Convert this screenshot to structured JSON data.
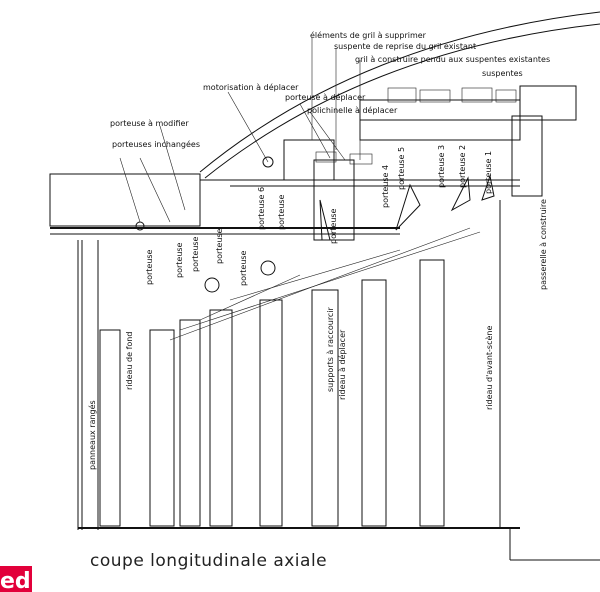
{
  "title": "coupe longitudinale axiale",
  "brand": {
    "text": "ed",
    "color": "#e2003a"
  },
  "labels": {
    "elements_gril": "éléments de gril à supprimer",
    "suspente_reprise": "suspente de reprise du gril existant",
    "gril_construire": "gril à construire pendu aux suspentes existantes",
    "suspentes": "suspentes",
    "motorisation": "motorisation à déplacer",
    "porteuse_deplacer": "porteuse à déplacer",
    "polichinelle": "polichinelle à déplacer",
    "porteuse_modifier": "porteuse à modifier",
    "porteuses_inchangees": "porteuses inchangées",
    "passerelle": "passerelle à construire",
    "rideau_avant_scene": "rideau d'avant-scène",
    "supports_raccourcir": "supports à raccourcir",
    "rideau_deplacer": "rideau à déplacer",
    "rideau_fond": "rideau de fond",
    "panneaux_ranges": "panneaux rangés",
    "porteuse_short": "porteuse",
    "porteuse_1": "porteuse 1",
    "porteuse_2": "porteuse 2",
    "porteuse_3": "porteuse 3",
    "porteuse_4": "porteuse 4",
    "porteuse_5": "porteuse 5",
    "porteuse_6": "porteuse 6",
    "num_1": "1",
    "num_2": "2",
    "num_3": "3",
    "num_4": "4",
    "num_5": "5",
    "num_6": "6"
  }
}
